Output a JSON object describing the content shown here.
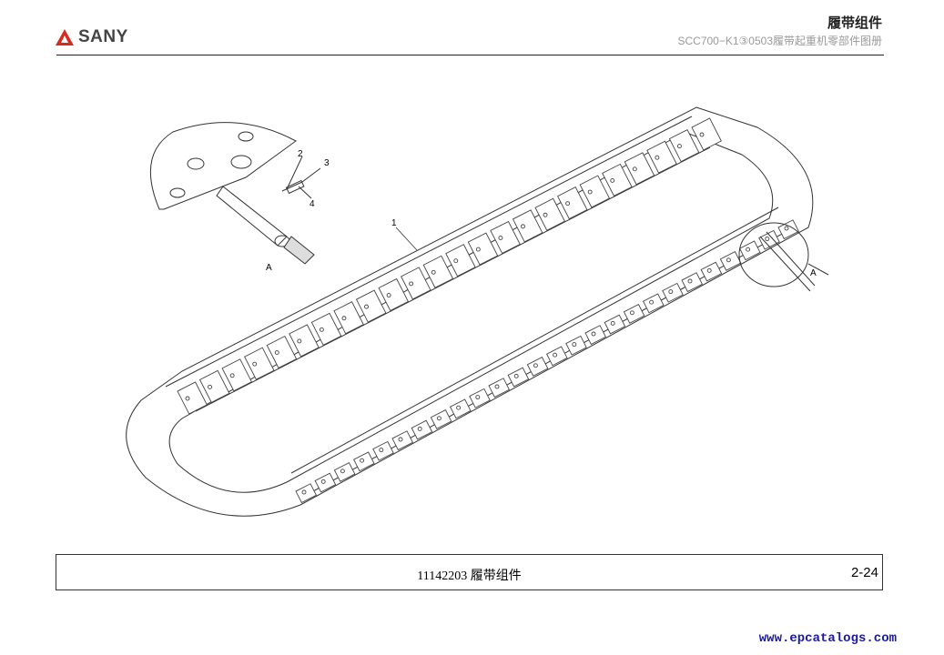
{
  "header": {
    "brand": "SANY",
    "title": "履带组件",
    "subtitle": "SCC700−K1③0503履带起重机零部件图册"
  },
  "drawing": {
    "callouts": [
      "1",
      "2",
      "3",
      "4"
    ],
    "detail_label": "A"
  },
  "footer": {
    "caption": "11142203  履带组件",
    "page_number": "2-24"
  },
  "watermark": "www.epcatalogs.com"
}
